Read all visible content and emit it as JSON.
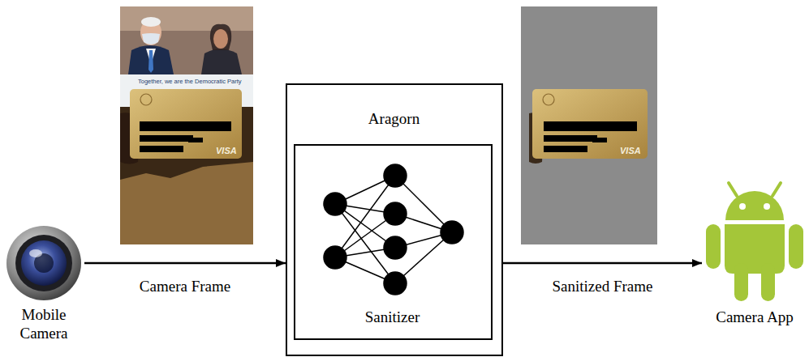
{
  "diagram": {
    "nodes": [
      {
        "text": [
          "Mobile Camera"
        ]
      },
      {
        "text": [
          "Aragorn"
        ]
      },
      {
        "text": [
          "Sanitizer"
        ],
        "in": 1
      },
      {
        "text": [
          "Camera App"
        ]
      }
    ],
    "edges": [
      {
        "from": 0,
        "to": 1,
        "arrow": "to",
        "label": "Camera Frame"
      },
      {
        "from": 1,
        "to": 3,
        "arrow": "to",
        "label": "Sanitized Frame"
      }
    ],
    "labels": [
      "Together, we are the Democratic Party",
      "VISA",
      "VISA"
    ]
  }
}
